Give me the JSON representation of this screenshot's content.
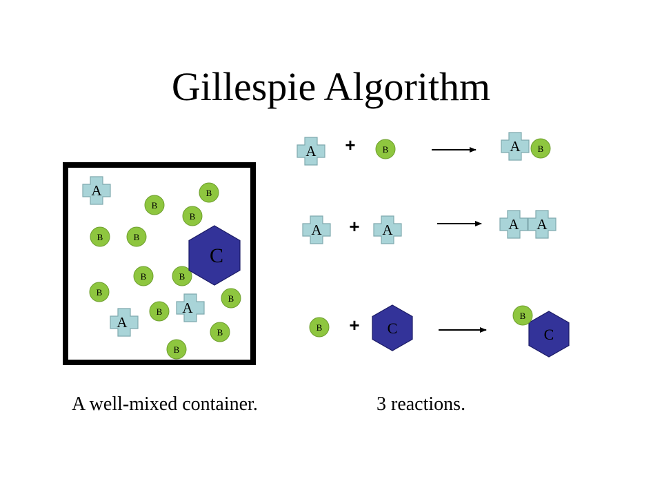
{
  "title": "Gillespie Algorithm",
  "colors": {
    "a_fill": "#a9d4d8",
    "a_stroke": "#7fa9ae",
    "b_fill": "#8ec63f",
    "b_stroke": "#6e9f2e",
    "c_fill": "#333399",
    "c_stroke": "#1c1c66",
    "box_border": "#000000"
  },
  "species": {
    "a": "A",
    "b": "B",
    "c": "C"
  },
  "operators": {
    "plus": "+"
  },
  "captions": {
    "container": "A well-mixed container.",
    "reactions": "3 reactions."
  }
}
